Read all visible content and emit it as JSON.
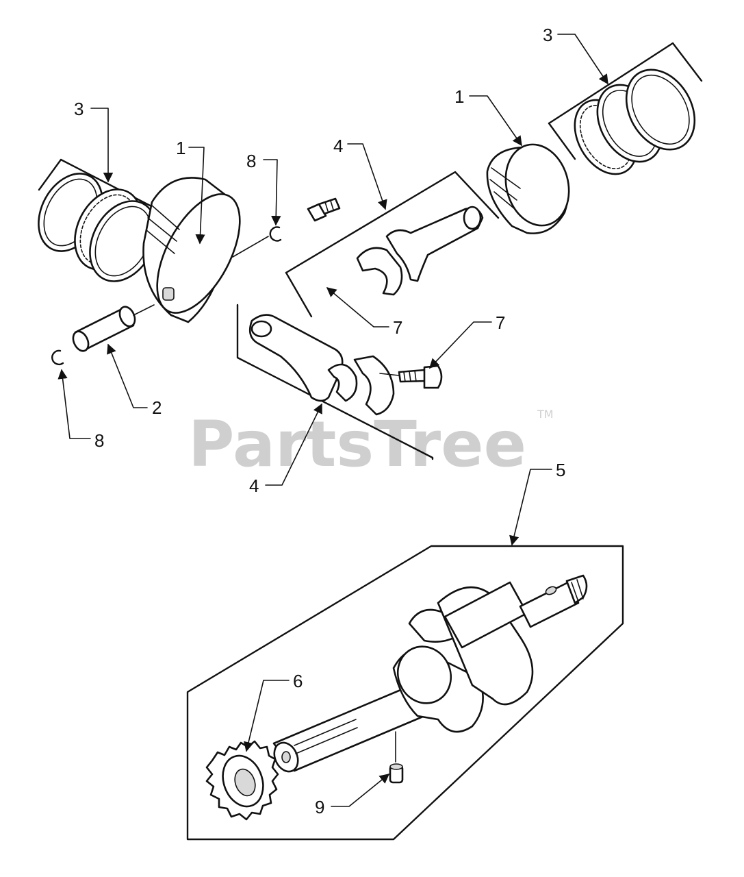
{
  "watermark": {
    "text": "PartsTree",
    "trademark": "TM"
  },
  "callouts": {
    "ring_set_left": "3",
    "ring_set_right": "3",
    "piston_left": "1",
    "piston_right": "1",
    "piston_pin": "2",
    "connecting_rod_upper": "4",
    "connecting_rod_lower": "4",
    "crankshaft": "5",
    "crank_gear": "6",
    "rod_bolt_upper": "7",
    "rod_bolt_lower": "7",
    "retainer_upper": "8",
    "retainer_lower": "8",
    "key": "9"
  }
}
